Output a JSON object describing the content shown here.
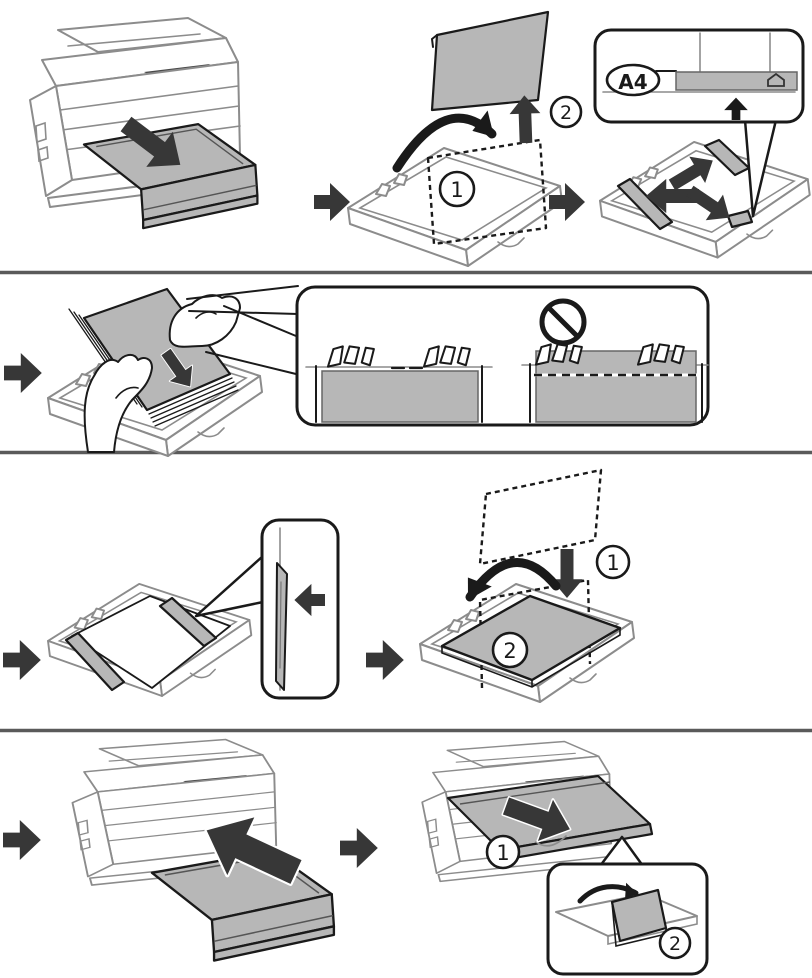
{
  "figure": {
    "kind": "printer-manual-illustration",
    "topic": "loading-paper-into-paper-cassette",
    "background": "#ffffff"
  },
  "palette": {
    "ink": "#1a1a1a",
    "soft_ink": "#8c8c8c",
    "gray_fill": "#b7b7b7",
    "dark_arrow": "#373737",
    "separator": "#5a5a5a",
    "shadow": "#4a4a4a",
    "white": "#ffffff"
  },
  "labels": {
    "paper_size": "A4"
  },
  "badges": {
    "remove_cover": {
      "flip_open": "1",
      "lift_off": "2"
    },
    "attach_cover": {
      "lower": "1",
      "flip_closed": "2"
    },
    "output_tray": {
      "slide_out": "1",
      "raise_stopper": "2"
    }
  },
  "icons": [
    "next-step-arrow",
    "pull-cassette-arrow",
    "flip-open-arrow",
    "lift-cover-arrow",
    "slide-edge-guide-arrow",
    "max-fill-arrow",
    "paper-orientation-marker",
    "insert-paper-arrow",
    "prohibition-icon",
    "press-guide-arrow",
    "lower-cover-arrow",
    "flip-closed-arrow",
    "insert-cassette-arrow",
    "slide-tray-arrow",
    "raise-stopper-arrow"
  ],
  "rows": [
    {
      "name": "row-1",
      "panels": [
        "pull-out-paper-cassette",
        "remove-cassette-cover",
        "slide-edge-guides-to-a4"
      ]
    },
    {
      "name": "row-2",
      "panels": [
        "load-paper-stack",
        "paper-capacity-warning"
      ]
    },
    {
      "name": "row-3",
      "panels": [
        "slide-edge-guide-to-paper-edge",
        "reattach-cassette-cover"
      ]
    },
    {
      "name": "row-4",
      "panels": [
        "insert-cassette-into-printer",
        "extend-output-tray-raise-stopper"
      ]
    }
  ]
}
